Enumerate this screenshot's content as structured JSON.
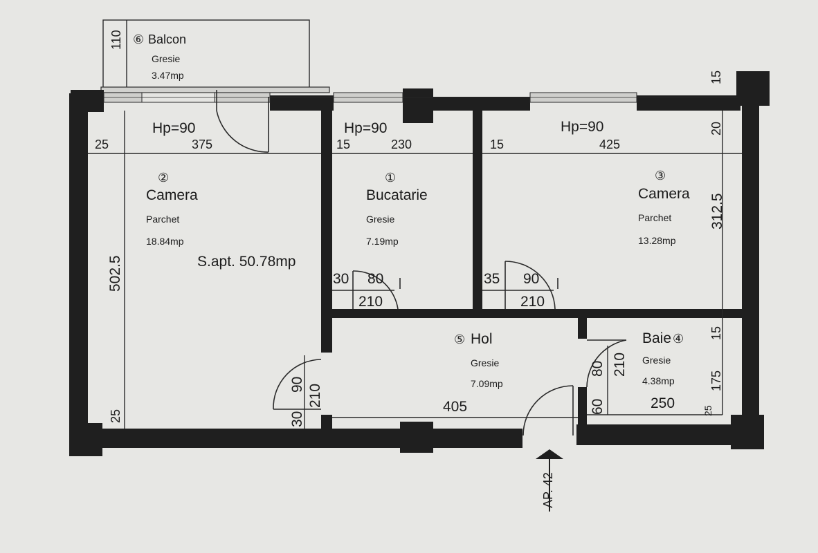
{
  "rooms": {
    "balcon": {
      "number": "⑥",
      "name": "Balcon",
      "floor": "Gresie",
      "area": "3.47mp",
      "depth": "110"
    },
    "camera_left": {
      "number": "②",
      "name": "Camera",
      "floor": "Parchet",
      "area": "18.84mp"
    },
    "bucatarie": {
      "number": "①",
      "name": "Bucatarie",
      "floor": "Gresie",
      "area": "7.19mp"
    },
    "camera_right": {
      "number": "③",
      "name": "Camera",
      "floor": "Parchet",
      "area": "13.28mp"
    },
    "hol": {
      "number": "⑤",
      "name": "Hol",
      "floor": "Gresie",
      "area": "7.09mp"
    },
    "baie": {
      "number": "④",
      "name": "Baie",
      "floor": "Gresie",
      "area": "4.38mp"
    }
  },
  "total_area": "S.apt. 50.78mp",
  "window_height_labels": [
    "Hp=90",
    "Hp=90",
    "Hp=90"
  ],
  "dimensions": {
    "width_left": "375",
    "width_kitchen": "230",
    "width_right": "425",
    "width_hol": "405",
    "width_baie": "250",
    "height_left": "502.5",
    "height_right": "312.5",
    "baie_height": "175",
    "top_15": "15",
    "top_20": "20",
    "left_25_top": "25",
    "left_25_bottom": "25",
    "kitchen_15": "15",
    "right_15": "15",
    "baie_15": "15",
    "baie_25": "25"
  },
  "doors": {
    "kitchen": {
      "offset": "30",
      "width": "80",
      "height": "210"
    },
    "camera_right": {
      "offset": "35",
      "width": "90",
      "height": "210"
    },
    "camera_left": {
      "offset": "30",
      "width": "90",
      "height": "210"
    },
    "baie": {
      "offset": "60",
      "width": "80",
      "height": "210"
    }
  },
  "entrance_label": "AP. 42"
}
